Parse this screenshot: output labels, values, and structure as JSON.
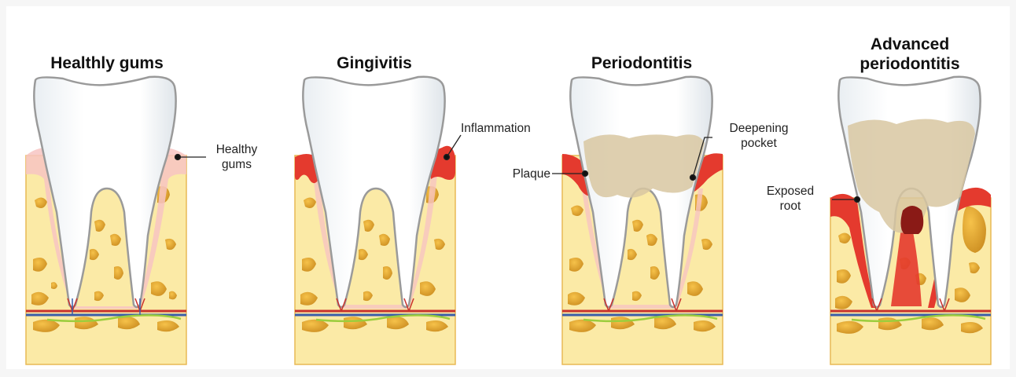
{
  "stages": [
    {
      "title": "Healthly gums"
    },
    {
      "title": "Gingivitis"
    },
    {
      "title": "Periodontitis"
    },
    {
      "title_line1": "Advanced",
      "title_line2": "periodontitis"
    }
  ],
  "callouts": {
    "healthy_gums": {
      "line1": "Healthy",
      "line2": "gums"
    },
    "inflammation": "Inflammation",
    "plaque": "Plaque",
    "deepening_pocket": {
      "line1": "Deepening",
      "line2": "pocket"
    },
    "exposed_root": {
      "line1": "Exposed",
      "line2": "root"
    }
  },
  "colors": {
    "bone": "#fbeaa6",
    "bone_hole": "#e6a733",
    "healthy_gum": "#f7c4c2",
    "inflamed_gum": "#e43a2e",
    "tooth": "#ffffff",
    "tooth_outline": "#9a9a9a",
    "plaque": "#d8c7a1",
    "vein": "#c8322c",
    "artery": "#3b5ea8",
    "nerve": "#9ccd3d"
  }
}
